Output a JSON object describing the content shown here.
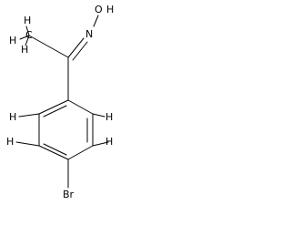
{
  "molecule": {
    "atoms": {
      "o_oh": "O",
      "h_oh": "H",
      "n_oxime": "N",
      "h_methyl_top": "H",
      "c_methyl": "C",
      "h_methyl_left": "H",
      "h_methyl_bottom": "H",
      "h_ring_upper_left": "H",
      "h_ring_upper_right": "H",
      "h_ring_lower_left": "H",
      "h_ring_lower_right": "H",
      "br": "Br"
    }
  }
}
